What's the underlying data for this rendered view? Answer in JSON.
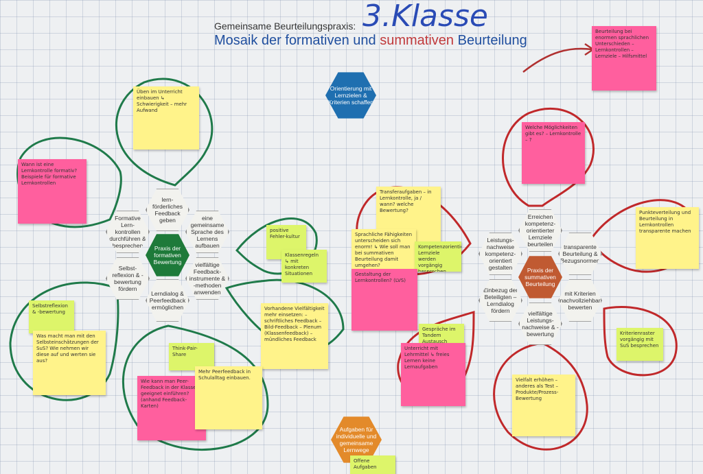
{
  "header": {
    "subtitle": "Gemeinsame Beurteilungspraxis:",
    "title_part1": "Mosaik der formativen und ",
    "title_part2": "summativen",
    "title_part3": " Beurteilung",
    "class_label": "3.Klasse"
  },
  "formative": {
    "center": "Praxis der formativen Bewertung",
    "hexes": [
      "lern-förderliches Feedback geben",
      "eine gemeinsame Sprache des Lernens aufbauen",
      "vielfältige Feedback-instrumente & -methoden anwenden",
      "Lerndialog & Peerfeedback ermöglichen",
      "Selbst-reflexion & -bewertung fördern",
      "Formative Lern-kontrollen durchführen & besprechen"
    ]
  },
  "summative": {
    "center": "Praxis der summativen Beurteilung",
    "hexes": [
      "Erreichen kompetenz-orientierter Lernziele beurteilen",
      "transparente Beurteilung & Bezugsnormen",
      "mit Kriterien nachvollziehbar bewerten",
      "vielfältige Leistungs-nachweise & -bewertung",
      "Einbezug der Beteiligten – Lerndialog fördern",
      "Leistungs-nachweise kompetenz-orientiert gestalten"
    ]
  },
  "top_hex": "Orientierung mit Lernzielen & Kriterien schaffen",
  "bottom_hex": "Aufgaben für individuelle und gemeinsame Lernwege",
  "notes": {
    "n_top_left": "Üben im Unterricht einbauen ↳ Schwierigkeit – mehr Aufwand",
    "n_left": "Wann ist eine Lernkontrolle formativ? Beispiele für formative Lernkontrollen",
    "n_pos": "positive Fehler-kultur",
    "n_klassen": "Klassenregeln ↳ mit konkreten Situationen",
    "n_vielfalt": "Vorhandene Vielfältigkeit mehr einsetzen: – schriftliches Feedback – Bild-Feedback – Plenum (Klassenfeedback) – mündliches Feedback",
    "n_selbst": "Selbstreflexion & -bewertung",
    "n_was": "Was macht man mit den Selbsteinschätzungen der SuS? Wie nehmen wir diese auf und werten sie aus?",
    "n_think": "Think-Pair-Share",
    "n_wie": "Wie kann man Peer-Feedback in der Klasse geeignet einführen? (anhand Feedback-Karten)",
    "n_mehr": "Mehr Peerfeedback in Schulalltag einbauen.",
    "n_top_right": "Beurteilung bei enormen sprachlichen Unterschieden – Lernkontrollen – Lernziele – Hilfsmittel",
    "n_welche": "Welche Möglichkeiten gibt es? – Lernkontrolle – ?",
    "n_transfer": "Transferaufgaben – in Lernkontrolle, ja / wann? welche Bewertung?",
    "n_sprach": "Sprachliche Fähigkeiten unterscheiden sich enorm! ↳ Wie soll man bei summativen Beurteilung damit umgehen?",
    "n_kompetenz": "Kompetenzorientierte Lernziele werden vorgängig besprochen",
    "n_gestaltung": "Gestaltung der Lernkontrollen? (LVS)",
    "n_punkte": "Punkteverteilung und Beurteilung in Lernkontrollen transparente machen",
    "n_gesprach": "Gespräche im Tandem Austausch",
    "n_unterricht": "Unterricht mit Lehrmittel ↳ freies Lernen keine Lernaufgaben",
    "n_kriterien": "Kriterienraster vorgängig mit SuS besprechen",
    "n_vielfalt2": "Vielfalt erhöhen – anderes als Test – Produkte/Prozess-Bewertung",
    "n_offene": "Offene Aufgaben"
  }
}
